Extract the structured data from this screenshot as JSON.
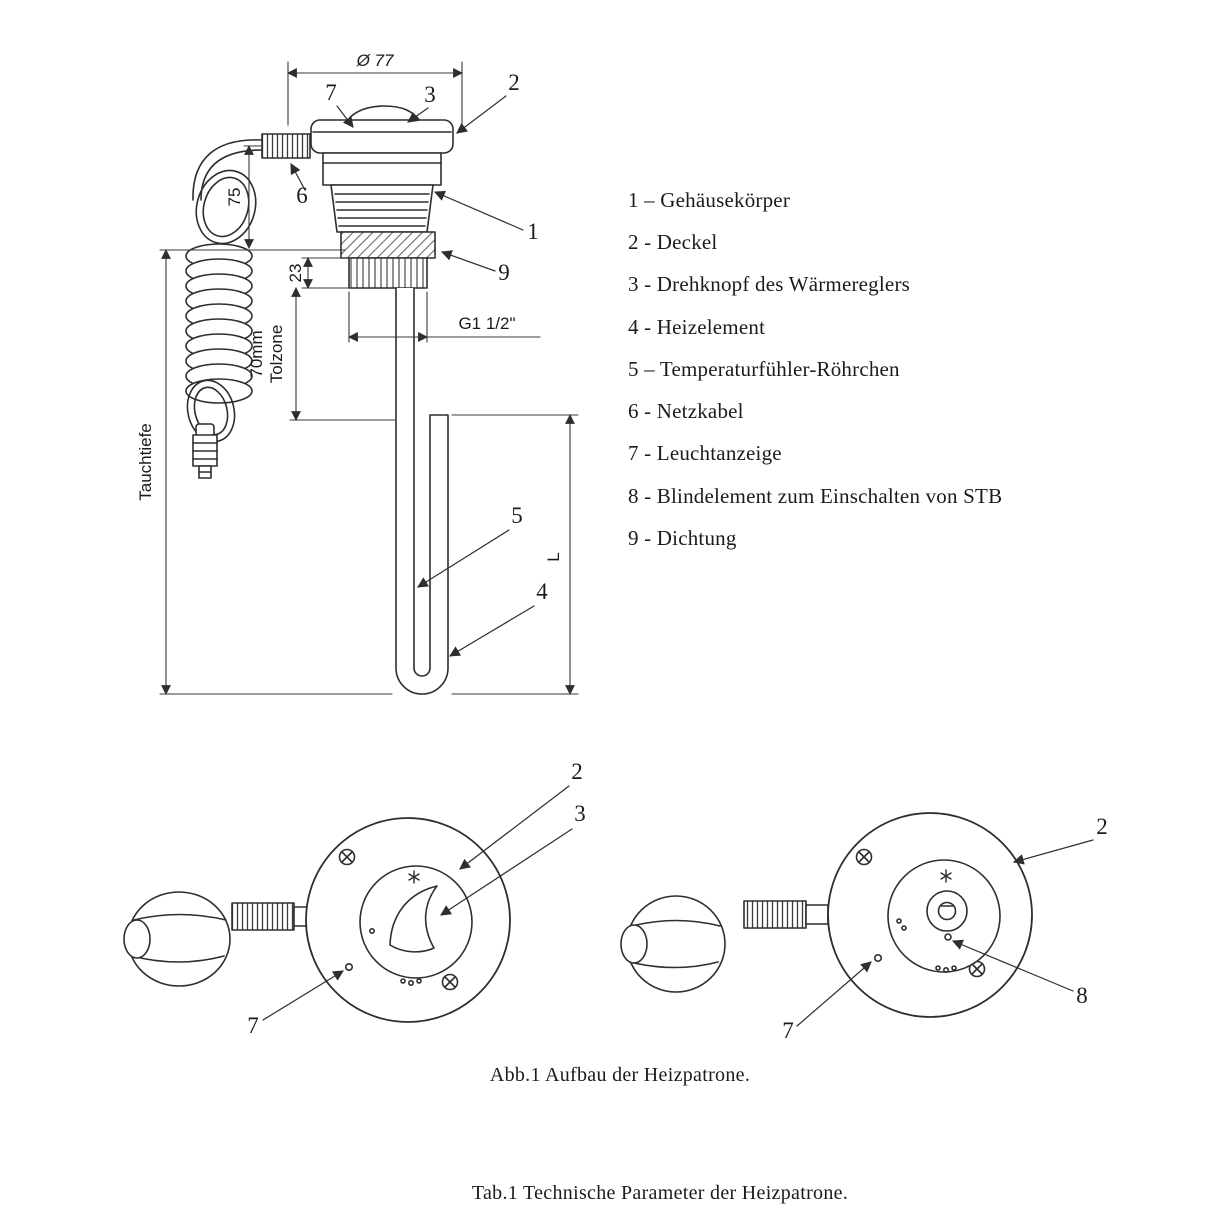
{
  "page": {
    "figure_caption": "Abb.1 Aufbau der Heizpatrone.",
    "table_caption": "Tab.1 Technische Parameter der Heizpatrone."
  },
  "legend": {
    "items": [
      "1 – Gehäusekörper",
      "2 - Deckel",
      "3 - Drehknopf des Wärmereglers",
      "4 - Heizelement",
      "5 – Temperaturfühler-Röhrchen",
      "6 - Netzkabel",
      "7 - Leuchtanzeige",
      "8 - Blindelement zum Einschalten von STB",
      "9 - Dichtung"
    ]
  },
  "main_view": {
    "dims": {
      "diameter": "Ø 77",
      "cable_offset": "75",
      "thread_length": "23",
      "tolzone_value": "70mm",
      "tolzone_label": "Tolzone",
      "immersion_depth": "Tauchtiefe",
      "thread_size": "G1 1/2\"",
      "element_length": "L"
    },
    "callouts": {
      "c1": "1",
      "c2": "2",
      "c3": "3",
      "c4": "4",
      "c5": "5",
      "c6": "6",
      "c7": "7",
      "c9": "9"
    }
  },
  "left_view": {
    "callouts": {
      "c2": "2",
      "c3": "3",
      "c7": "7"
    }
  },
  "right_view": {
    "callouts": {
      "c2": "2",
      "c7": "7",
      "c8": "8"
    }
  }
}
